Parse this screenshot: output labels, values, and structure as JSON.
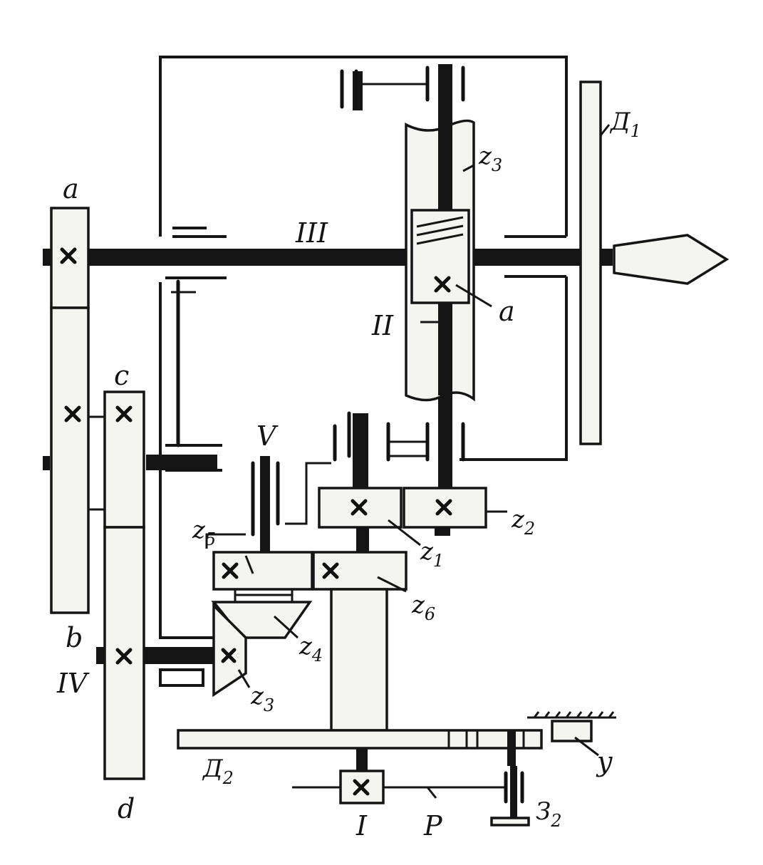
{
  "labels": {
    "a_top": "a",
    "a_worm": "a",
    "b": "b",
    "c": "c",
    "d": "d",
    "shaft_I": "I",
    "shaft_II": "II",
    "shaft_III": "III",
    "shaft_IV": "IV",
    "shaft_V": "V",
    "D1_main": "Д",
    "D1_sub": "1",
    "D2_main": "Д",
    "D2_sub": "2",
    "z1_main": "z",
    "z1_sub": "1",
    "z2_main": "z",
    "z2_sub": "2",
    "z3_top_main": "z",
    "z3_top_sub": "3",
    "z3_bottom_main": "z",
    "z3_bottom_sub": "3",
    "z4_main": "z",
    "z4_sub": "4",
    "z5_main": "z",
    "z5_sub": "5",
    "z6_main": "z",
    "z6_sub": "6",
    "Z2_main": "З",
    "Z2_sub": "2",
    "P": "Р",
    "U": "у"
  }
}
